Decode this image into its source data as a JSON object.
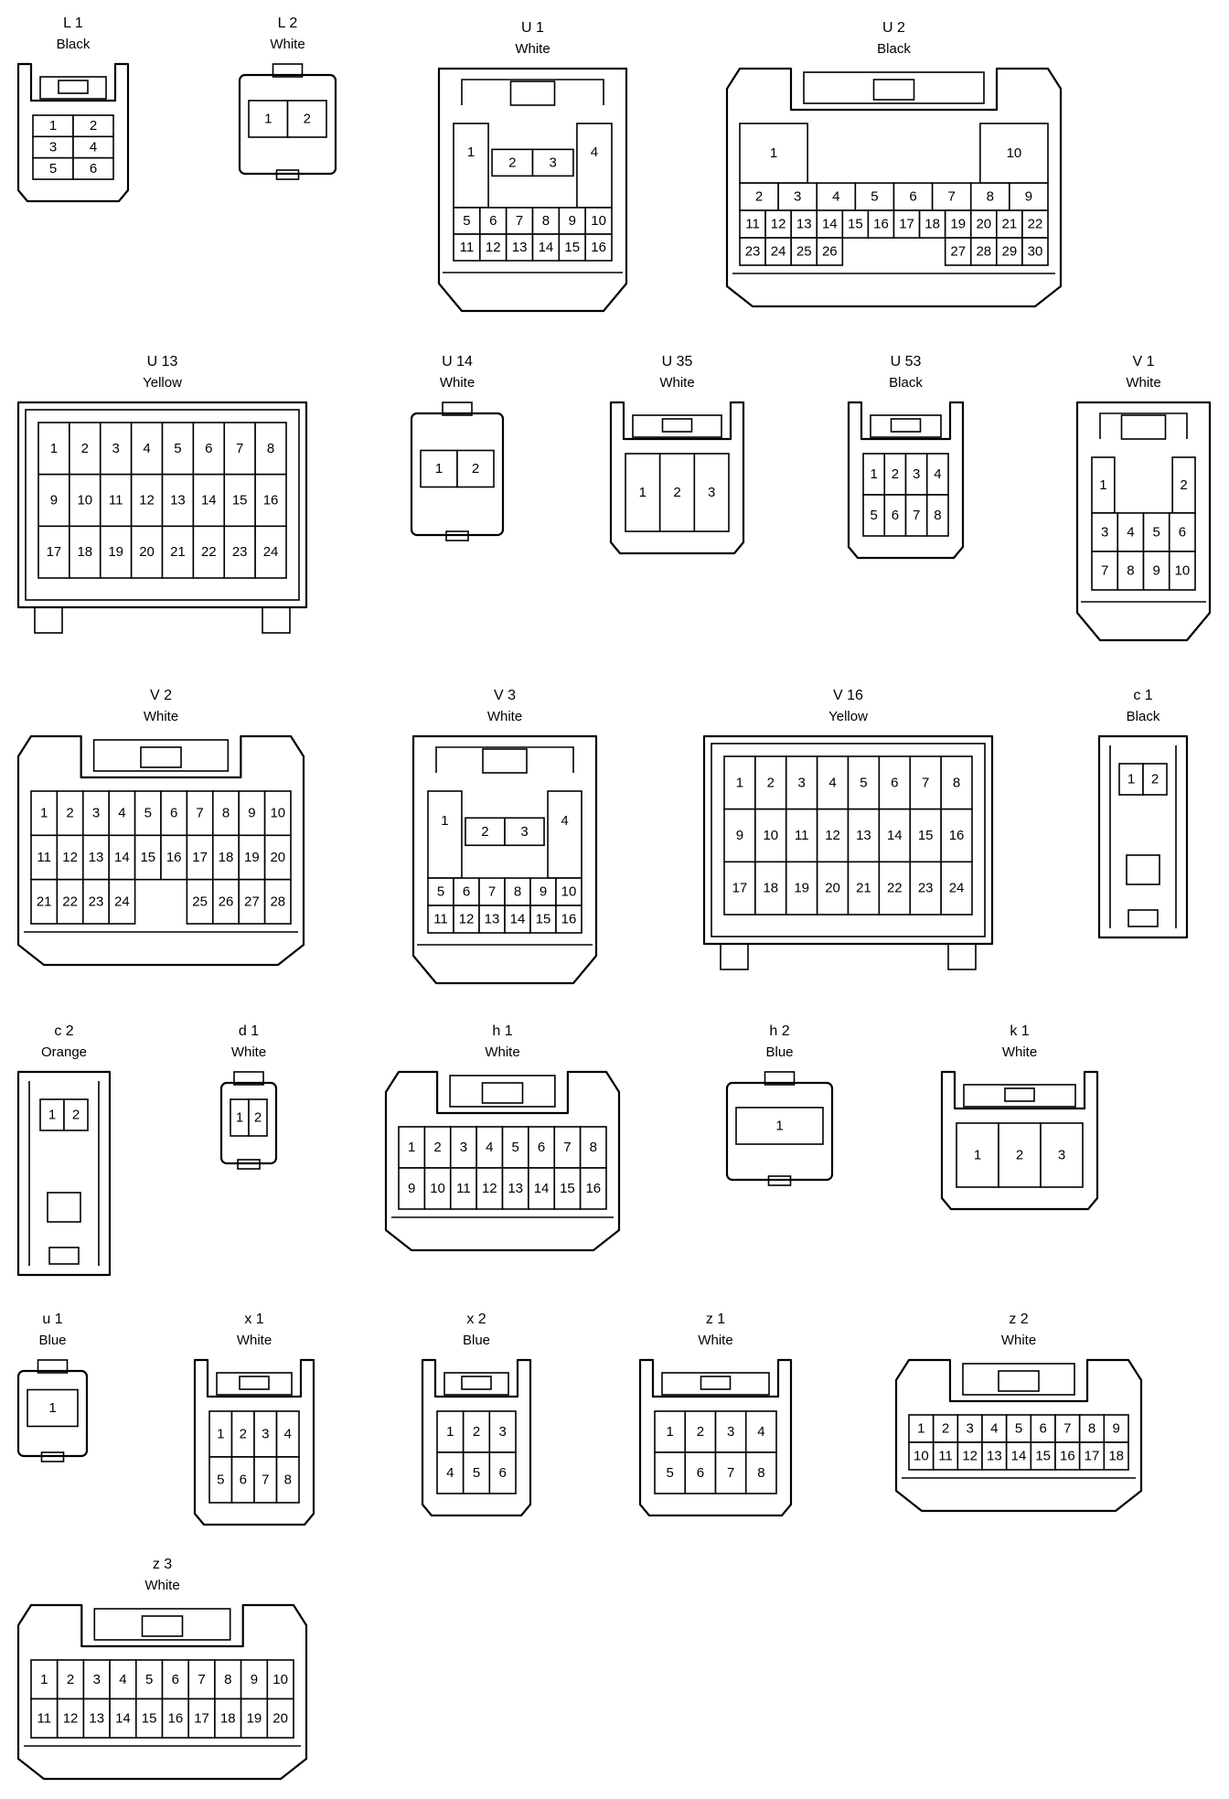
{
  "connectors": [
    {
      "id": "L 1",
      "color": "Black",
      "shape": "tab",
      "grid": {
        "rows": [
          [
            "1",
            "2"
          ],
          [
            "3",
            "4"
          ],
          [
            "5",
            "6"
          ]
        ]
      }
    },
    {
      "id": "L 2",
      "color": "White",
      "shape": "small",
      "grid": {
        "rows": [
          [
            "1",
            "2"
          ]
        ]
      }
    },
    {
      "id": "U 1",
      "color": "White",
      "shape": "lockbox",
      "grid": {
        "big": [
          "1",
          "4"
        ],
        "rows": [
          [
            "2",
            "3"
          ],
          [
            "5",
            "6",
            "7",
            "8",
            "9",
            "10"
          ],
          [
            "11",
            "12",
            "13",
            "14",
            "15",
            "16"
          ]
        ]
      }
    },
    {
      "id": "U 2",
      "color": "Black",
      "shape": "wide",
      "grid": {
        "big": [
          "1",
          "10"
        ],
        "rows": [
          [
            "2",
            "3",
            "4",
            "5",
            "6",
            "7",
            "8",
            "9"
          ],
          [
            "11",
            "12",
            "13",
            "14",
            "15",
            "16",
            "17",
            "18",
            "19",
            "20",
            "21",
            "22"
          ],
          [
            "23",
            "24",
            "25",
            "26",
            "",
            "",
            "",
            "",
            "27",
            "28",
            "29",
            "30"
          ]
        ]
      }
    },
    {
      "id": "U 13",
      "color": "Yellow",
      "shape": "rect",
      "grid": {
        "rows": [
          [
            "1",
            "2",
            "3",
            "4",
            "5",
            "6",
            "7",
            "8"
          ],
          [
            "9",
            "10",
            "11",
            "12",
            "13",
            "14",
            "15",
            "16"
          ],
          [
            "17",
            "18",
            "19",
            "20",
            "21",
            "22",
            "23",
            "24"
          ]
        ]
      }
    },
    {
      "id": "U 14",
      "color": "White",
      "shape": "small",
      "grid": {
        "rows": [
          [
            "1",
            "2"
          ]
        ]
      }
    },
    {
      "id": "U 35",
      "color": "White",
      "shape": "tab",
      "grid": {
        "rows": [
          [
            "1",
            "2",
            "3"
          ]
        ]
      }
    },
    {
      "id": "U 53",
      "color": "Black",
      "shape": "tab",
      "grid": {
        "rows": [
          [
            "1",
            "2",
            "3",
            "4"
          ],
          [
            "5",
            "6",
            "7",
            "8"
          ]
        ]
      }
    },
    {
      "id": "V 1",
      "color": "White",
      "shape": "lockbox",
      "grid": {
        "big": [
          "1",
          "2"
        ],
        "rows": [
          [
            "3",
            "4",
            "5",
            "6"
          ],
          [
            "7",
            "8",
            "9",
            "10"
          ]
        ]
      }
    },
    {
      "id": "V 2",
      "color": "White",
      "shape": "wide",
      "grid": {
        "rows": [
          [
            "1",
            "2",
            "3",
            "4",
            "5",
            "6",
            "7",
            "8",
            "9",
            "10"
          ],
          [
            "11",
            "12",
            "13",
            "14",
            "15",
            "16",
            "17",
            "18",
            "19",
            "20"
          ],
          [
            "21",
            "22",
            "23",
            "24",
            "",
            "",
            "25",
            "26",
            "27",
            "28"
          ]
        ]
      }
    },
    {
      "id": "V 3",
      "color": "White",
      "shape": "lockbox",
      "grid": {
        "big": [
          "1",
          "4"
        ],
        "rows": [
          [
            "2",
            "3"
          ],
          [
            "5",
            "6",
            "7",
            "8",
            "9",
            "10"
          ],
          [
            "11",
            "12",
            "13",
            "14",
            "15",
            "16"
          ]
        ]
      }
    },
    {
      "id": "V 16",
      "color": "Yellow",
      "shape": "rect",
      "grid": {
        "rows": [
          [
            "1",
            "2",
            "3",
            "4",
            "5",
            "6",
            "7",
            "8"
          ],
          [
            "9",
            "10",
            "11",
            "12",
            "13",
            "14",
            "15",
            "16"
          ],
          [
            "17",
            "18",
            "19",
            "20",
            "21",
            "22",
            "23",
            "24"
          ]
        ]
      }
    },
    {
      "id": "c 1",
      "color": "Black",
      "shape": "tall",
      "grid": {
        "rows": [
          [
            "1",
            "2"
          ]
        ]
      }
    },
    {
      "id": "c 2",
      "color": "Orange",
      "shape": "tall",
      "grid": {
        "rows": [
          [
            "1",
            "2"
          ]
        ]
      }
    },
    {
      "id": "d 1",
      "color": "White",
      "shape": "small",
      "grid": {
        "rows": [
          [
            "1",
            "2"
          ]
        ]
      }
    },
    {
      "id": "h 1",
      "color": "White",
      "shape": "wide",
      "grid": {
        "rows": [
          [
            "1",
            "2",
            "3",
            "4",
            "5",
            "6",
            "7",
            "8"
          ],
          [
            "9",
            "10",
            "11",
            "12",
            "13",
            "14",
            "15",
            "16"
          ]
        ]
      }
    },
    {
      "id": "h 2",
      "color": "Blue",
      "shape": "small",
      "grid": {
        "rows": [
          [
            "1"
          ]
        ]
      }
    },
    {
      "id": "k 1",
      "color": "White",
      "shape": "tab",
      "grid": {
        "rows": [
          [
            "1",
            "2",
            "3"
          ]
        ]
      }
    },
    {
      "id": "u 1",
      "color": "Blue",
      "shape": "small",
      "grid": {
        "rows": [
          [
            "1"
          ]
        ]
      }
    },
    {
      "id": "x 1",
      "color": "White",
      "shape": "tab",
      "grid": {
        "rows": [
          [
            "1",
            "2",
            "3",
            "4"
          ],
          [
            "5",
            "6",
            "7",
            "8"
          ]
        ]
      }
    },
    {
      "id": "x 2",
      "color": "Blue",
      "shape": "tab",
      "grid": {
        "rows": [
          [
            "1",
            "2",
            "3"
          ],
          [
            "4",
            "5",
            "6"
          ]
        ]
      }
    },
    {
      "id": "z 1",
      "color": "White",
      "shape": "tab",
      "grid": {
        "rows": [
          [
            "1",
            "2",
            "3",
            "4"
          ],
          [
            "5",
            "6",
            "7",
            "8"
          ]
        ]
      }
    },
    {
      "id": "z 2",
      "color": "White",
      "shape": "wide",
      "grid": {
        "rows": [
          [
            "1",
            "2",
            "3",
            "4",
            "5",
            "6",
            "7",
            "8",
            "9"
          ],
          [
            "10",
            "11",
            "12",
            "13",
            "14",
            "15",
            "16",
            "17",
            "18"
          ]
        ]
      }
    },
    {
      "id": "z 3",
      "color": "White",
      "shape": "wide",
      "grid": {
        "rows": [
          [
            "1",
            "2",
            "3",
            "4",
            "5",
            "6",
            "7",
            "8",
            "9",
            "10"
          ],
          [
            "11",
            "12",
            "13",
            "14",
            "15",
            "16",
            "17",
            "18",
            "19",
            "20"
          ]
        ]
      }
    }
  ]
}
